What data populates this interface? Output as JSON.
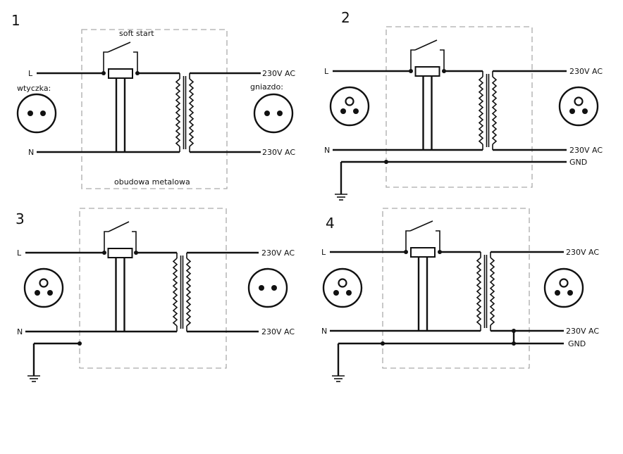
{
  "panels": [
    {
      "number": "1",
      "phase_label": "L",
      "neutral_label": "N",
      "out_top_label": "230V AC",
      "out_bottom_label": "230V AC",
      "gnd_label": "",
      "switch_label": "soft start",
      "plug_label": "wtyczka:",
      "socket_label": "gniazdo:",
      "enclosure_label": "obudowa metalowa",
      "plug_ground_pin": false,
      "socket_ground_pin": false,
      "ground_mode": "none"
    },
    {
      "number": "2",
      "phase_label": "L",
      "neutral_label": "N",
      "out_top_label": "230V AC",
      "out_bottom_label": "230V AC",
      "gnd_label": "GND",
      "switch_label": "",
      "plug_label": "",
      "socket_label": "",
      "enclosure_label": "",
      "plug_ground_pin": true,
      "socket_ground_pin": true,
      "ground_mode": "pe-to-socket"
    },
    {
      "number": "3",
      "phase_label": "L",
      "neutral_label": "N",
      "out_top_label": "230V AC",
      "out_bottom_label": "230V AC",
      "gnd_label": "",
      "switch_label": "",
      "plug_label": "",
      "socket_label": "",
      "enclosure_label": "",
      "plug_ground_pin": true,
      "socket_ground_pin": false,
      "ground_mode": "pe-to-enclosure"
    },
    {
      "number": "4",
      "phase_label": "L",
      "neutral_label": "N",
      "out_top_label": "230V AC",
      "out_bottom_label": "230V AC",
      "gnd_label": "GND",
      "switch_label": "",
      "plug_label": "",
      "socket_label": "",
      "enclosure_label": "",
      "plug_ground_pin": true,
      "socket_ground_pin": true,
      "ground_mode": "pe-to-socket-and-neutral"
    }
  ],
  "colors": {
    "wire": "#111111",
    "enclosure_dash": "#aaaaaa",
    "background": "#ffffff"
  }
}
